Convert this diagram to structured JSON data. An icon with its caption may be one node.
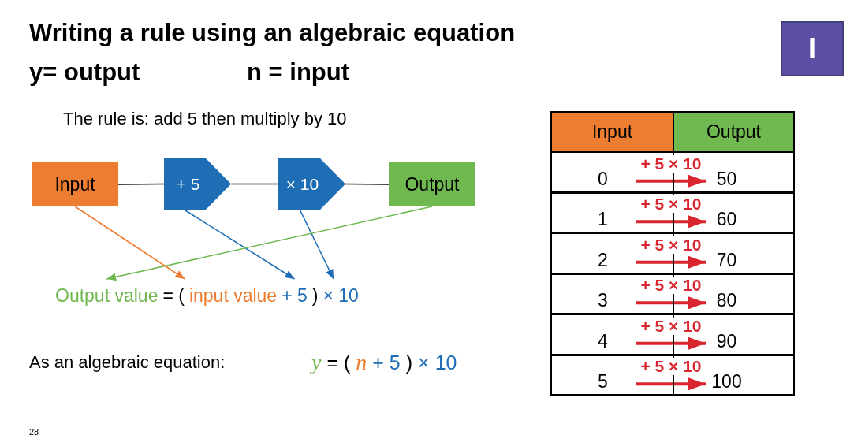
{
  "diagram": {
    "title": "Writing a rule using an algebraic equation",
    "nodes": [
      {
        "text": [
          "Input"
        ]
      },
      {
        "text": [
          "+ 5"
        ]
      },
      {
        "text": [
          "× 10"
        ]
      },
      {
        "text": [
          "Output"
        ]
      },
      {
        "text": [
          "Output value"
        ]
      },
      {
        "text": [
          "input value"
        ]
      },
      {
        "text": [
          "+ 5"
        ]
      },
      {
        "text": [
          "× 10"
        ]
      },
      {
        "text": [
          "Input"
        ]
      },
      {
        "text": [
          "Output"
        ]
      },
      {
        "text": [
          "0"
        ]
      },
      {
        "text": [
          "50"
        ]
      },
      {
        "text": [
          "1"
        ]
      },
      {
        "text": [
          "60"
        ]
      },
      {
        "text": [
          "2"
        ]
      },
      {
        "text": [
          "70"
        ]
      },
      {
        "text": [
          "3"
        ]
      },
      {
        "text": [
          "80"
        ]
      },
      {
        "text": [
          "4"
        ]
      },
      {
        "text": [
          "90"
        ]
      },
      {
        "text": [
          "5"
        ]
      },
      {
        "text": [
          "100"
        ]
      }
    ],
    "edges": [
      {
        "from": 0,
        "to": 1,
        "arrow": "none",
        "color": "#000000"
      },
      {
        "from": 1,
        "to": 2,
        "arrow": "none",
        "color": "#000000"
      },
      {
        "from": 2,
        "to": 3,
        "arrow": "none",
        "color": "#000000"
      },
      {
        "from": 0,
        "to": 5,
        "arrow": "to",
        "color": "#ed7d31"
      },
      {
        "from": 1,
        "to": 6,
        "arrow": "to",
        "color": "#1f6db5"
      },
      {
        "from": 2,
        "to": 7,
        "arrow": "to",
        "color": "#1f6db5"
      },
      {
        "from": 3,
        "to": 4,
        "arrow": "to",
        "color": "#70b850"
      },
      {
        "from": 10,
        "to": 11,
        "arrow": "to",
        "label": "+ 5 × 10",
        "style": "thick",
        "color": "#d9262e"
      },
      {
        "from": 12,
        "to": 13,
        "arrow": "to",
        "label": "+ 5 × 10",
        "style": "thick",
        "color": "#d9262e"
      },
      {
        "from": 14,
        "to": 15,
        "arrow": "to",
        "label": "+ 5 × 10",
        "style": "thick",
        "color": "#d9262e"
      },
      {
        "from": 16,
        "to": 17,
        "arrow": "to",
        "label": "+ 5 × 10",
        "style": "thick",
        "color": "#d9262e"
      },
      {
        "from": 18,
        "to": 19,
        "arrow": "to",
        "label": "+ 5 × 10",
        "style": "thick",
        "color": "#d9262e"
      },
      {
        "from": 20,
        "to": 21,
        "arrow": "to",
        "label": "+ 5 × 10",
        "style": "thick",
        "color": "#d9262e"
      }
    ],
    "labels": [
      "I",
      "y= output",
      "n = input",
      "The rule is: add 5 then multiply by 10",
      "= (",
      ")",
      "As an algebraic equation:",
      "y",
      "= (",
      "n",
      "+ 5",
      ")",
      "× 10",
      "28"
    ]
  }
}
